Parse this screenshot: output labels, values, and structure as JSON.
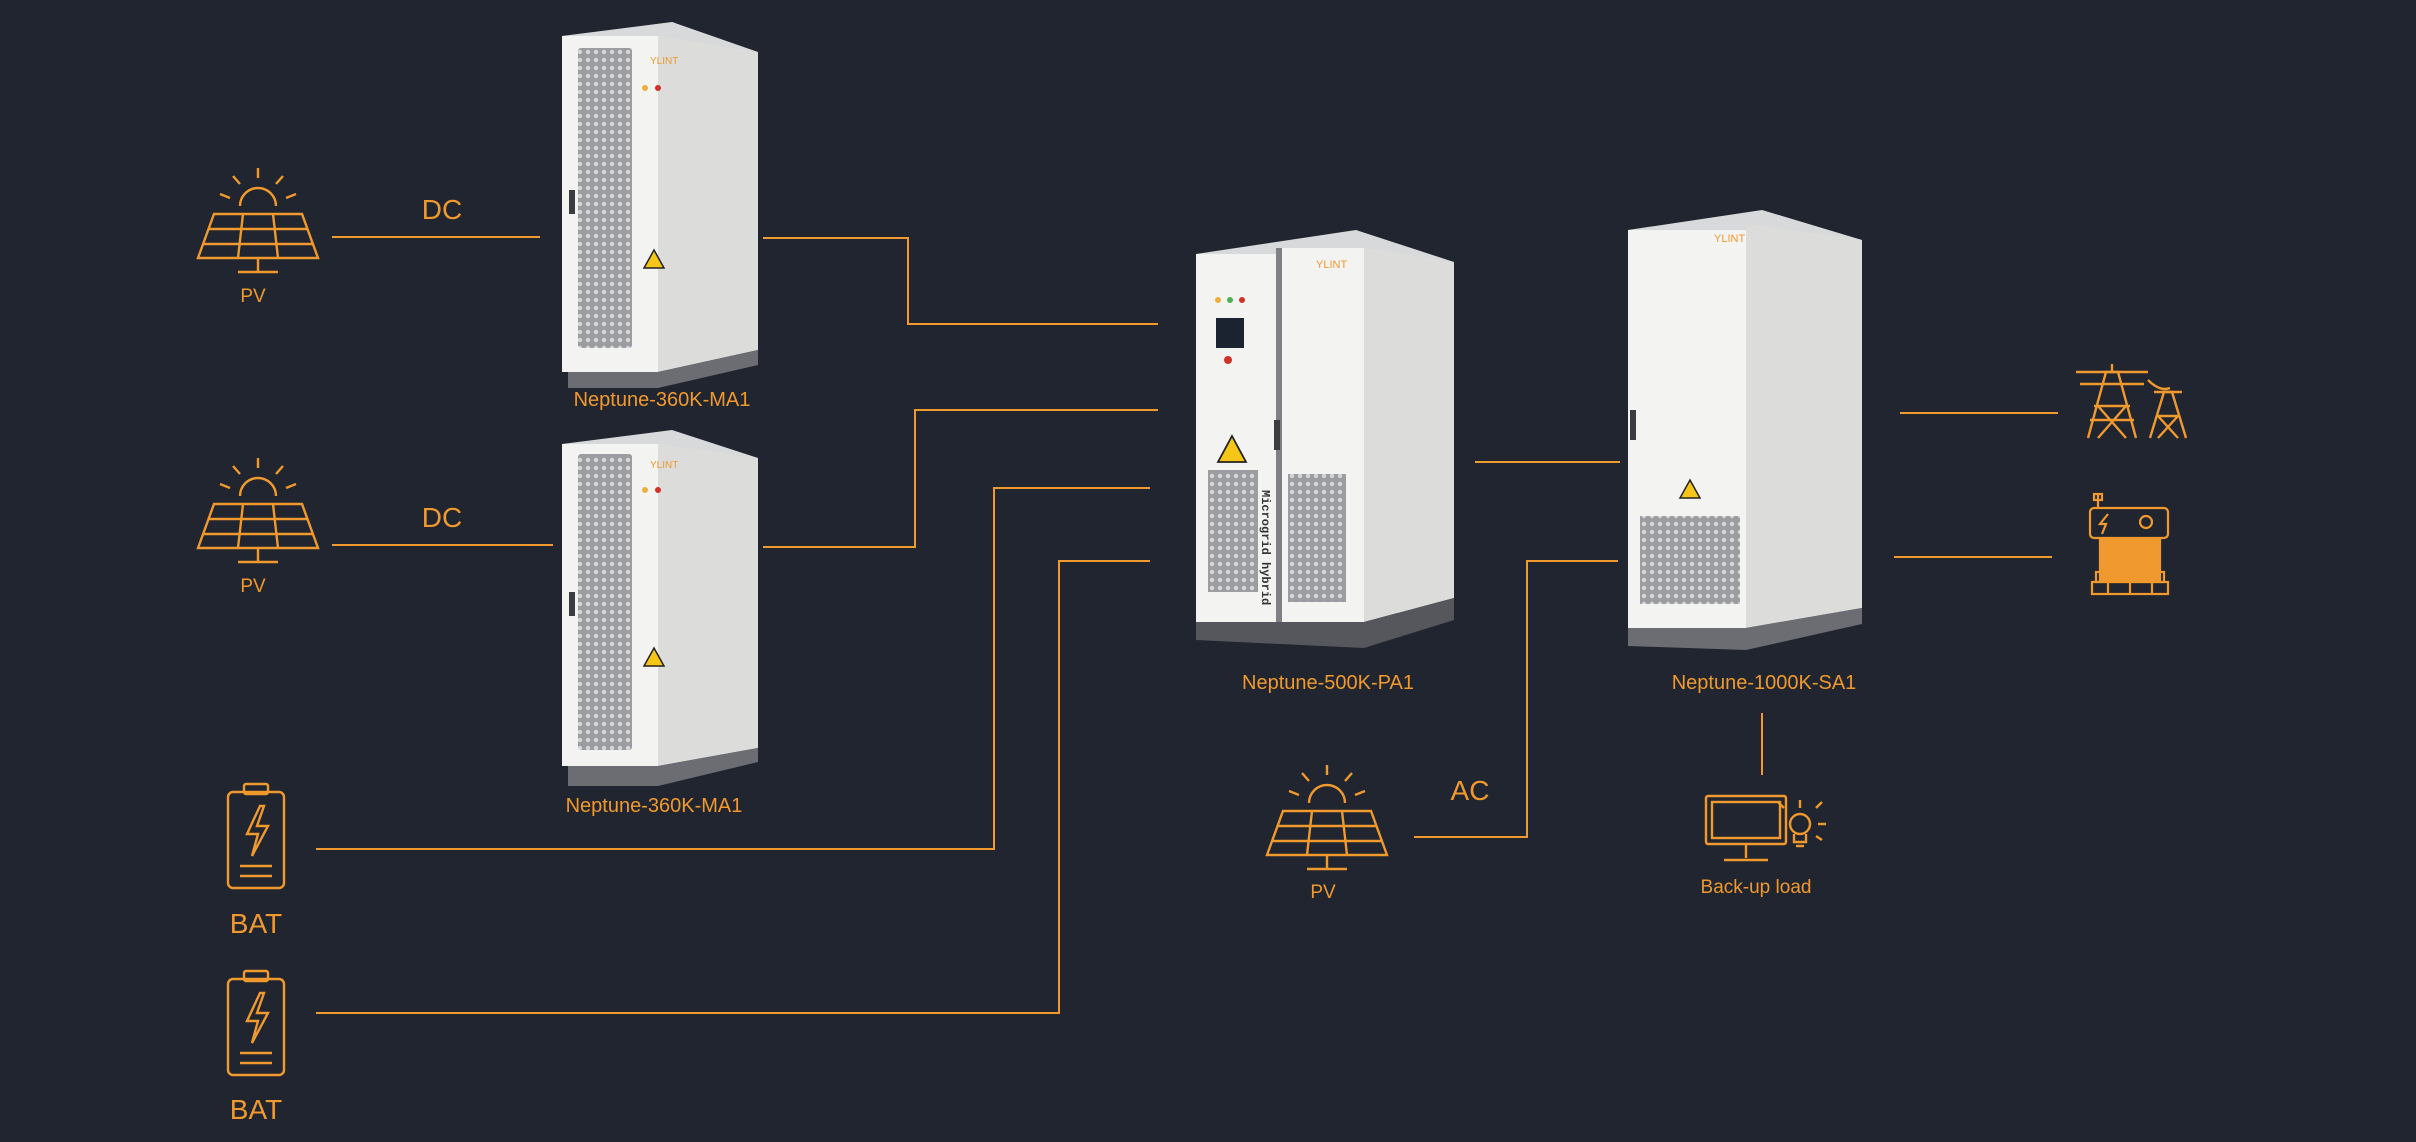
{
  "diagram": {
    "pv_label": "PV",
    "dc_label": "DC",
    "ac_label": "AC",
    "bat_label": "BAT",
    "backup_label": "Back-up load",
    "brand": "YLINT",
    "hybrid_side_text": "Microgrid hybrid",
    "models": {
      "ma1": "Neptune-360K-MA1",
      "pa1": "Neptune-500K-PA1",
      "sa1": "Neptune-1000K-SA1"
    }
  },
  "colors": {
    "background": "#21252f",
    "accent": "#f0992e",
    "cabinet": "#f2f2f0",
    "cabinet_dark": "#6b6d72"
  },
  "icons": {
    "pv": "solar-panel-icon",
    "battery": "battery-icon",
    "grid": "power-tower-icon",
    "generator": "generator-icon",
    "load": "backup-load-icon"
  }
}
